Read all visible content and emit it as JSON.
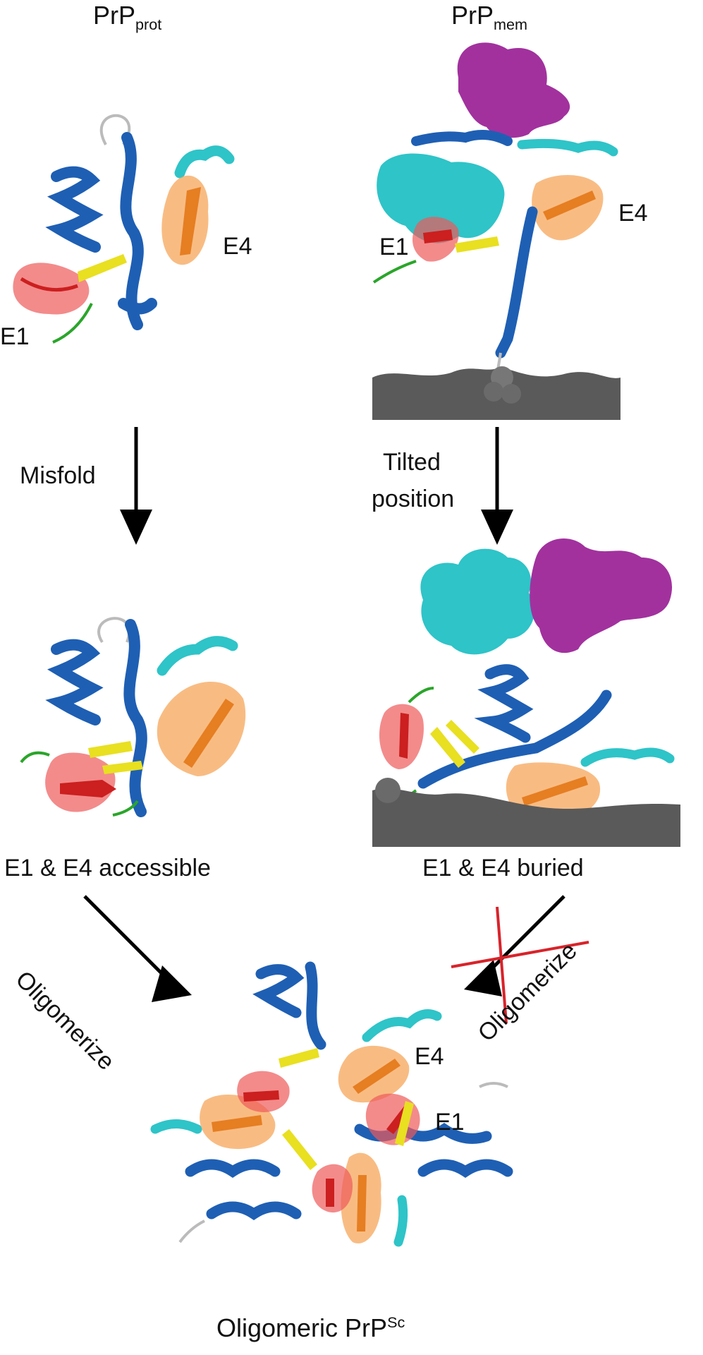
{
  "titles": {
    "prot_main": "PrP",
    "prot_sub": "prot",
    "mem_main": "PrP",
    "mem_sub": "mem"
  },
  "epitopes": {
    "e1": "E1",
    "e4": "E4"
  },
  "arrows": {
    "misfold": "Misfold",
    "tilted_line1": "Tilted",
    "tilted_line2": "position",
    "oligomerize_left": "Oligomerize",
    "oligomerize_right": "Oligomerize"
  },
  "states": {
    "accessible": "E1 & E4 accessible",
    "buried": "E1 & E4 buried"
  },
  "final": {
    "main": "Oligomeric PrP",
    "sup": "Sc"
  },
  "colors": {
    "helix_blue": "#1e5fb4",
    "helix_cyan": "#2ec4c8",
    "strand_yellow": "#e8e020",
    "epitope_red": "#ee5a5a",
    "epitope_orange": "#f5a55a",
    "glycan_purple": "#a2319e",
    "membrane_gray": "#5a5a5a",
    "loop_green": "#2aa52a",
    "block_red": "#d8232a"
  }
}
